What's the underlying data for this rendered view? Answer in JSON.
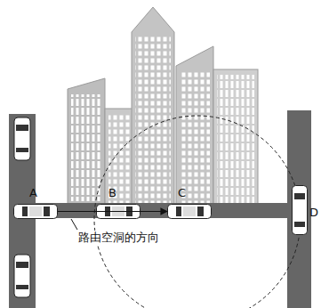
{
  "diagram": {
    "nodes": [
      {
        "text": [
          "A"
        ]
      },
      {
        "text": [
          "B"
        ]
      },
      {
        "text": [
          "C"
        ]
      },
      {
        "text": [
          "D"
        ]
      }
    ],
    "edges": [
      {
        "from": 0,
        "to": 2,
        "arrow": "to"
      }
    ],
    "labels": [
      "路由空洞的方向"
    ]
  }
}
